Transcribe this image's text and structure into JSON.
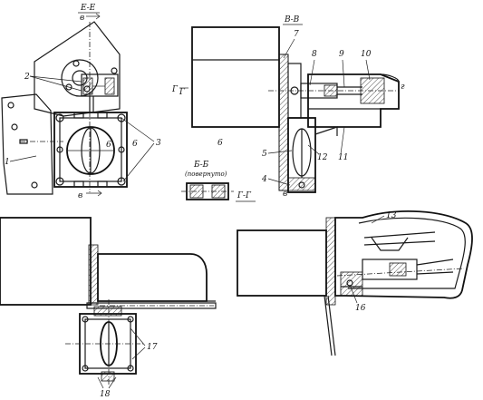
{
  "views": {
    "ee": "Е-Е",
    "vv": "В-В",
    "bb": "Б-Б",
    "bb_note": "(повернуто)",
    "gg": "Г-Г",
    "g_mark_left": "Г",
    "g_mark_right": "г",
    "v_mark_top": "в",
    "v_mark_bottom": "в",
    "vv_mark": "в",
    "g_mark_left2": "Г"
  },
  "callouts": {
    "c1": "1",
    "c2": "2",
    "c3": "3",
    "c4": "4",
    "c5": "5",
    "c6a": "6",
    "c6b": "6",
    "c6c": "6",
    "c7": "7",
    "c8": "8",
    "c9": "9",
    "c10": "10",
    "c11": "11",
    "c12": "12",
    "c13": "13",
    "c16": "16",
    "c17": "17",
    "c18": "18"
  }
}
